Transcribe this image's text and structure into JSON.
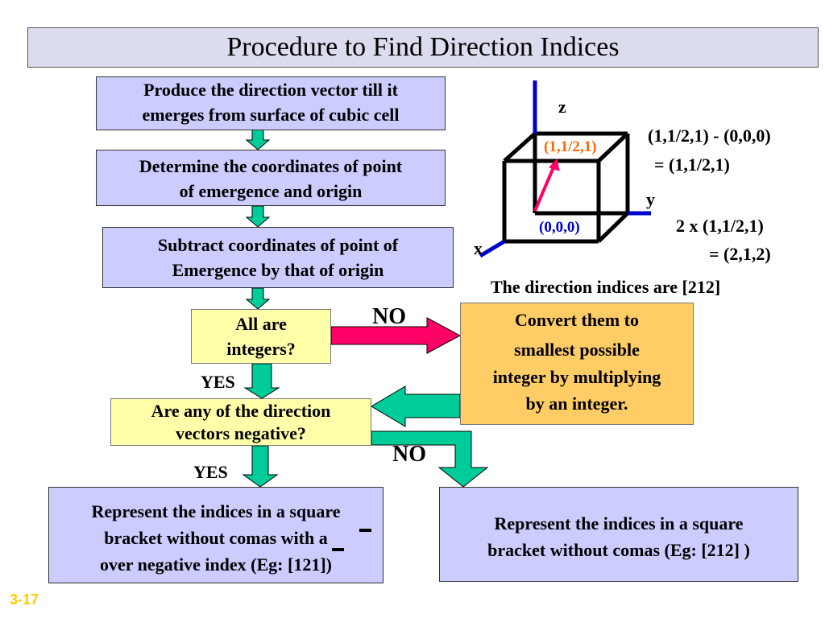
{
  "title": "Procedure to Find Direction Indices",
  "steps": {
    "step1": [
      "Produce the direction vector till it",
      "emerges from surface of cubic cell"
    ],
    "step2": [
      "Determine the coordinates of point",
      "of emergence and origin"
    ],
    "step3": [
      "Subtract coordinates of point of",
      "Emergence by that of origin"
    ],
    "decision1": [
      "All are",
      "integers?"
    ],
    "decision2": [
      "Are any of the direction",
      "vectors negative?"
    ],
    "convert": [
      "Convert them to",
      "smallest possible",
      "integer by multiplying",
      "by an integer."
    ],
    "result_negative": [
      "Represent the indices in a square",
      "bracket without comas with a",
      "over negative index (Eg:  [121])"
    ],
    "result_positive": [
      "Represent the indices in a square",
      "bracket without comas (Eg:  [212] )"
    ]
  },
  "flow_labels": {
    "no_1": "NO",
    "yes_1": "YES",
    "no_2": "NO",
    "yes_2": "YES"
  },
  "cube": {
    "axis_z": "z",
    "axis_y": "y",
    "axis_x": "x",
    "point_top": "(1,1/2,1)",
    "point_origin": "(0,0,0)"
  },
  "calc": {
    "line1": "(1,1/2,1) - (0,0,0)",
    "line2": "= (1,1/2,1)",
    "line3": "2 x (1,1/2,1)",
    "line4": "= (2,1,2)",
    "result": "The direction indices are [212]"
  },
  "slide_number": "3-17",
  "colors": {
    "box_blue": "#ccccff",
    "box_yellow": "#ffffaa",
    "box_orange": "#ffcc66",
    "arrow_green": "#00cc99",
    "arrow_red": "#ff0066",
    "axis_blue": "#0000cc",
    "point_orange": "#ff6600",
    "slide_number": "#ffcc00"
  }
}
